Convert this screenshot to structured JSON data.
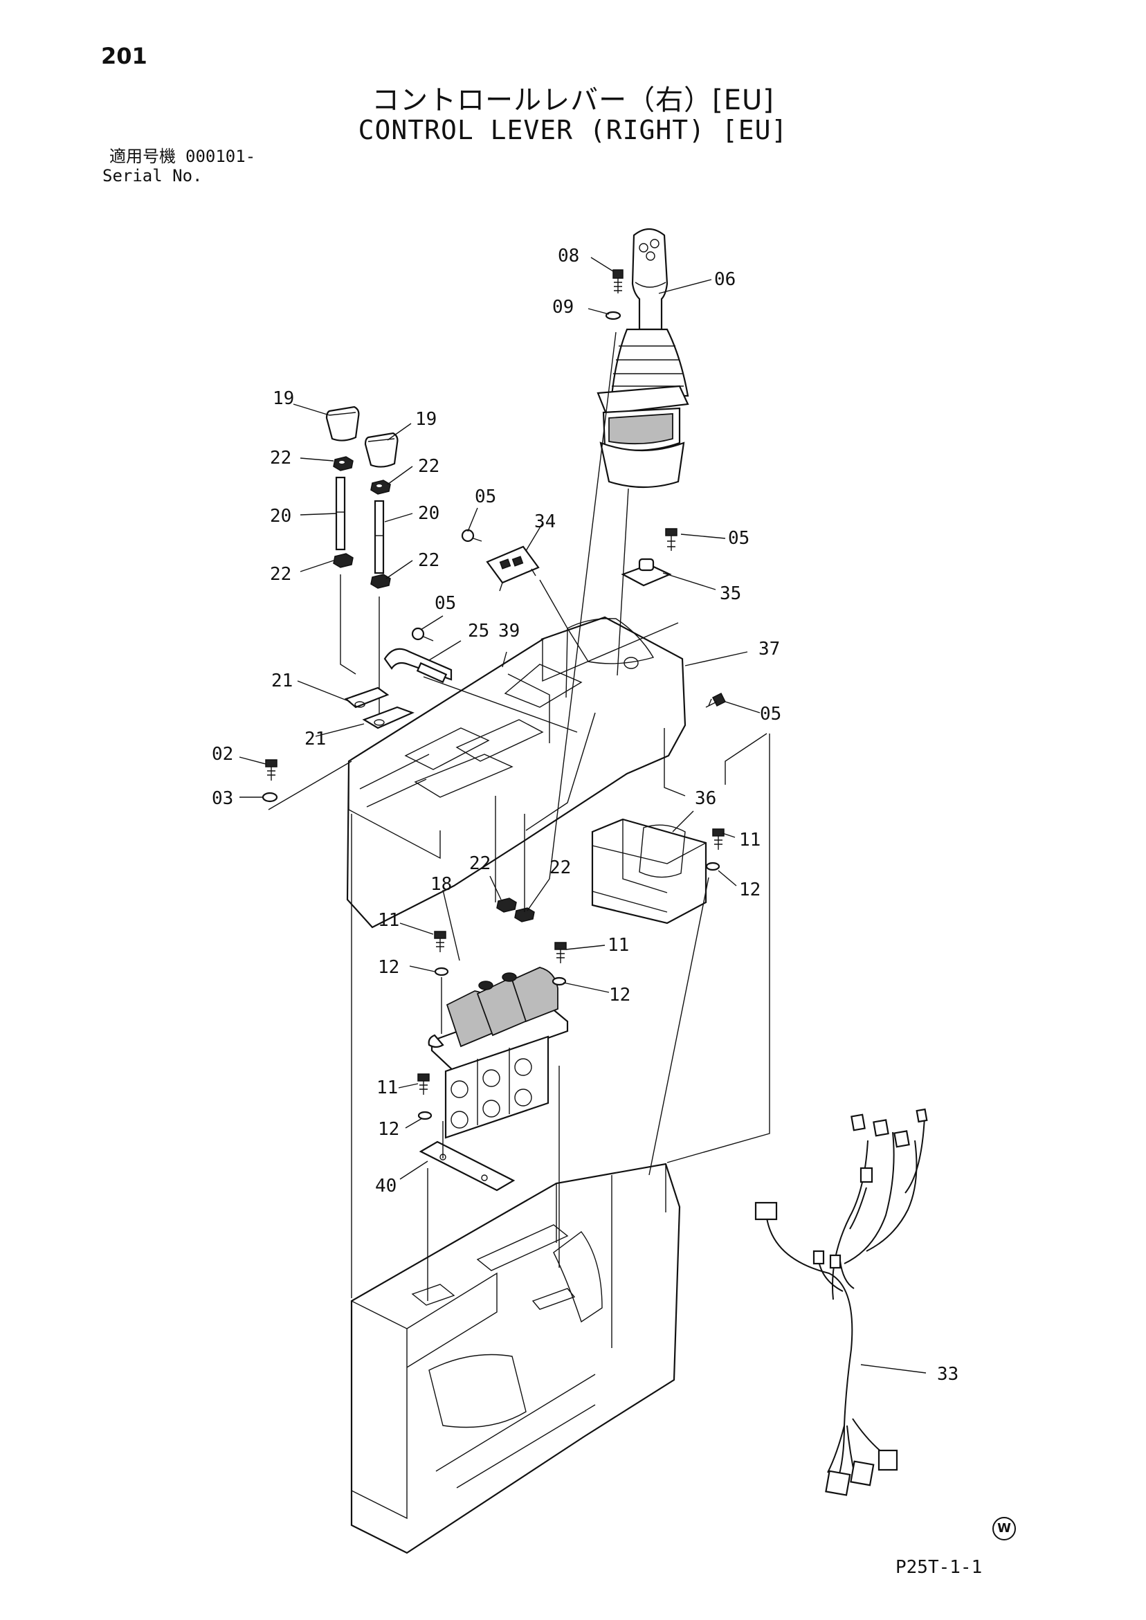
{
  "page": {
    "number": "201",
    "title_jp": "コントロールレバー（右）[EU]",
    "title_en": "CONTROL LEVER (RIGHT) [EU]",
    "serial_label_jp": "適用号機",
    "serial_value": "000101-",
    "serial_label_en": "Serial No.",
    "drawing_code": "P25T-1-1",
    "corner_mark": "W"
  },
  "callouts": [
    {
      "id": "c08",
      "label": "08"
    },
    {
      "id": "c06",
      "label": "06"
    },
    {
      "id": "c09",
      "label": "09"
    },
    {
      "id": "c19a",
      "label": "19"
    },
    {
      "id": "c19b",
      "label": "19"
    },
    {
      "id": "c22a",
      "label": "22"
    },
    {
      "id": "c22b",
      "label": "22"
    },
    {
      "id": "c20a",
      "label": "20"
    },
    {
      "id": "c20b",
      "label": "20"
    },
    {
      "id": "c22c",
      "label": "22"
    },
    {
      "id": "c22d",
      "label": "22"
    },
    {
      "id": "c05a",
      "label": "05"
    },
    {
      "id": "c34",
      "label": "34"
    },
    {
      "id": "c05b",
      "label": "05"
    },
    {
      "id": "c35",
      "label": "35"
    },
    {
      "id": "c05c",
      "label": "05"
    },
    {
      "id": "c25",
      "label": "25"
    },
    {
      "id": "c39",
      "label": "39"
    },
    {
      "id": "c37",
      "label": "37"
    },
    {
      "id": "c21a",
      "label": "21"
    },
    {
      "id": "c21b",
      "label": "21"
    },
    {
      "id": "c05d",
      "label": "05"
    },
    {
      "id": "c02",
      "label": "02"
    },
    {
      "id": "c03",
      "label": "03"
    },
    {
      "id": "c36",
      "label": "36"
    },
    {
      "id": "c11a",
      "label": "11"
    },
    {
      "id": "c12a",
      "label": "12"
    },
    {
      "id": "c22e",
      "label": "22"
    },
    {
      "id": "c22f",
      "label": "22"
    },
    {
      "id": "c18",
      "label": "18"
    },
    {
      "id": "c11b",
      "label": "11"
    },
    {
      "id": "c11c",
      "label": "11"
    },
    {
      "id": "c12b",
      "label": "12"
    },
    {
      "id": "c12c",
      "label": "12"
    },
    {
      "id": "c11d",
      "label": "11"
    },
    {
      "id": "c12d",
      "label": "12"
    },
    {
      "id": "c40",
      "label": "40"
    },
    {
      "id": "c33",
      "label": "33"
    }
  ]
}
